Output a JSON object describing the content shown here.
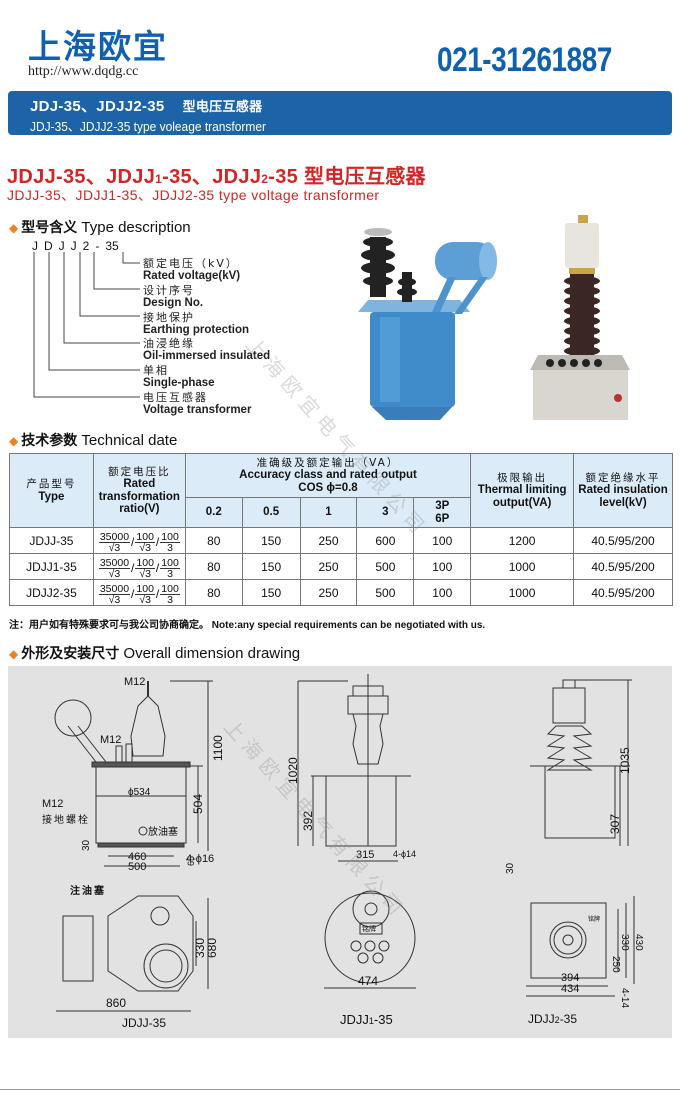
{
  "header": {
    "brand": "上海欧宜",
    "url": "http://www.dqdg.cc",
    "phone": "021-31261887",
    "banner": {
      "title_models": "JDJ-35、JDJJ2-35",
      "title_cn": "型电压互感器",
      "subtitle": "JDJ-35、JDJJ2-35  type voleage transformer"
    },
    "colors": {
      "brand_blue": "#1060b0",
      "banner_bg": "#1c63a8",
      "title_red": "#d42525",
      "bullet_orange": "#f08020",
      "table_header_bg": "#dcebf8",
      "panel_bg": "#e2e2e2"
    }
  },
  "title": {
    "p1": "JDJJ-35、JDJJ",
    "s1": "1",
    "p2": "-35、JDJJ",
    "s2": "2",
    "p3": "-35",
    "cn": "型电压互感器",
    "subtitle": "JDJJ-35、JDJJ1-35、JDJJ2-35 type  voltage  transformer"
  },
  "type_description": {
    "heading_cn": "型号含义",
    "heading_en": "Type description",
    "code": [
      "J",
      "D",
      "J",
      "J",
      "2",
      "-",
      "35"
    ],
    "items": [
      {
        "cn": "额定电压（kV）",
        "en": "Rated voltage(kV)"
      },
      {
        "cn": "设计序号",
        "en": "Design No."
      },
      {
        "cn": "接地保护",
        "en": "Earthing protection"
      },
      {
        "cn": "油浸绝缘",
        "en": "Oil-immersed insulated"
      },
      {
        "cn": "单相",
        "en": "Single-phase"
      },
      {
        "cn": "电压互感器",
        "en": "Voltage  transformer"
      }
    ]
  },
  "technical": {
    "heading_cn": "技术参数",
    "heading_en": "Technical date",
    "headers": {
      "type_cn": "产品型号",
      "type_en": "Type",
      "ratio_cn": "额定电压比",
      "ratio_en1": "Rated",
      "ratio_en2": "transformation",
      "ratio_en3": "ratio(V)",
      "acc_cn": "准确级及额定输出（VA）",
      "acc_en": "Accuracy class and rated output",
      "acc_cos": "COS ϕ=0.8",
      "classes": [
        "0.2",
        "0.5",
        "1",
        "3"
      ],
      "class_3p": "3P",
      "class_6p": "6P",
      "thermal_cn": "极限输出",
      "thermal_en1": "Thermal limiting",
      "thermal_en2": "output(VA)",
      "ins_cn": "额定绝缘水平",
      "ins_en1": "Rated insulation",
      "ins_en2": "level(kV)"
    },
    "ratio": {
      "n1": "35000",
      "d1": "√3",
      "n2": "100",
      "d2": "√3",
      "n3": "100",
      "d3": "3"
    },
    "rows": [
      {
        "type": "JDJJ-35",
        "c02": "80",
        "c05": "150",
        "c1": "250",
        "c3": "600",
        "c3p": "100",
        "thermal": "1200",
        "insulation": "40.5/95/200"
      },
      {
        "type": "JDJJ1-35",
        "c02": "80",
        "c05": "150",
        "c1": "250",
        "c3": "500",
        "c3p": "100",
        "thermal": "1000",
        "insulation": "40.5/95/200"
      },
      {
        "type": "JDJJ2-35",
        "c02": "80",
        "c05": "150",
        "c1": "250",
        "c3": "500",
        "c3p": "100",
        "thermal": "1000",
        "insulation": "40.5/95/200"
      }
    ],
    "note_cn": "注：用户如有特殊要求可与我公司协商确定。",
    "note_en": "Note:any special requirements can be negotiated with us."
  },
  "drawing": {
    "heading_cn": "外形及安装尺寸",
    "heading_en": "Overall dimension drawing",
    "d1": {
      "m12_top": "M12",
      "m12_mid": "M12",
      "m12_ground": "M12",
      "ground_bolt": "接地螺栓",
      "h_total": "1100",
      "diameter": "ϕ534",
      "h_tank": "504",
      "drain": "放油塞",
      "d30": "30",
      "d65": "65",
      "w460": "460",
      "w500": "500",
      "holes": "4-ϕ16",
      "fill": "注油塞",
      "w860": "860",
      "w330": "330",
      "w680": "680",
      "caption": "JDJJ-35"
    },
    "d2": {
      "h_total": "1020",
      "h_tank": "392",
      "w315": "315",
      "holes": "4-ϕ14",
      "w474": "474",
      "plate": "铭牌",
      "cap_a": "JDJJ",
      "cap_sub": "1",
      "cap_b": "-35"
    },
    "d3": {
      "h_total": "1035",
      "h_tank": "307",
      "d30": "30",
      "w394": "394",
      "w434": "434",
      "h250": "250",
      "h330": "330",
      "h430": "430",
      "holes": "4-14",
      "plate": "铭牌",
      "cap_a": "JDJJ",
      "cap_sub": "2",
      "cap_b": "-35"
    }
  },
  "watermark": "上海欧宜电气有限公司"
}
